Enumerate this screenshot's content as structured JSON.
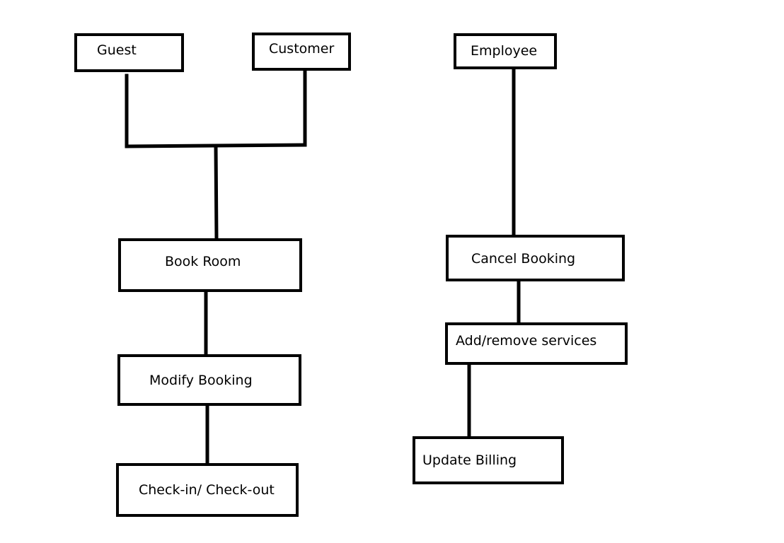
{
  "nodes": {
    "guest": "Guest",
    "customer": "Customer",
    "employee": "Employee",
    "book_room": "Book Room",
    "modify_booking": "Modify Booking",
    "check_in_out": "Check-in/ Check-out",
    "cancel_booking": "Cancel Booking",
    "add_remove_services": "Add/remove services",
    "update_billing": "Update Billing"
  },
  "colors": {
    "stroke": "#000000",
    "background": "#ffffff"
  }
}
